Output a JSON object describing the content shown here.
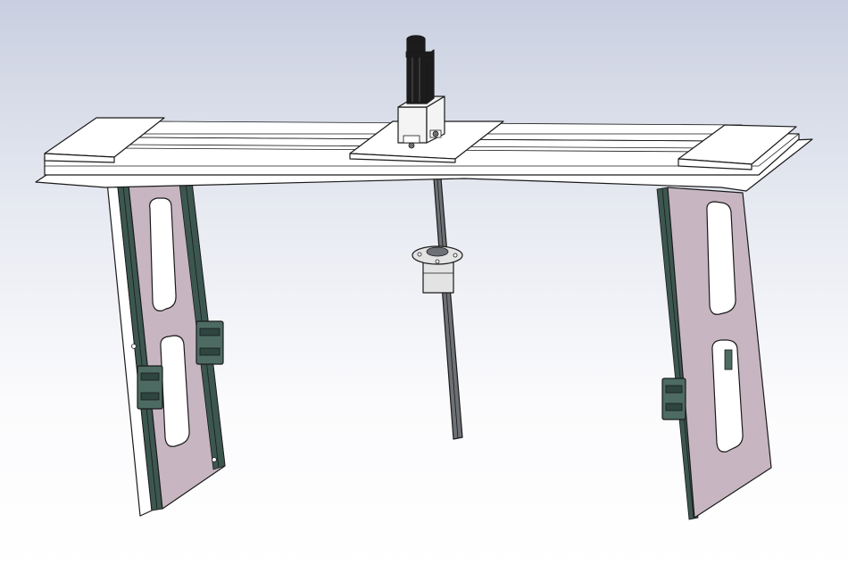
{
  "viewport": {
    "background_top": "#c9cfe0",
    "background_bottom": "#ffffff"
  },
  "colors": {
    "frame": "#ffffff",
    "plate": "#c7b6c1",
    "plate_shade": "#a898a4",
    "rail": "#3c5750",
    "carriage": "#4d6b63",
    "carriage_dark": "#2e4540",
    "motor": "#1c1c1c",
    "bracket": "#f4f4f4",
    "leadscrew": "#6d7176",
    "nut": "#e3e3e3",
    "outline": "#1a1a1a"
  },
  "model": {
    "assembly": "gantry-lead-screw-frame",
    "components": [
      "top-beam",
      "end-plate-left",
      "end-plate-right",
      "linear-rail-left",
      "linear-rail-right",
      "slider-carriage",
      "stepper-motor",
      "motor-bracket",
      "lead-screw",
      "lead-screw-nut"
    ]
  }
}
